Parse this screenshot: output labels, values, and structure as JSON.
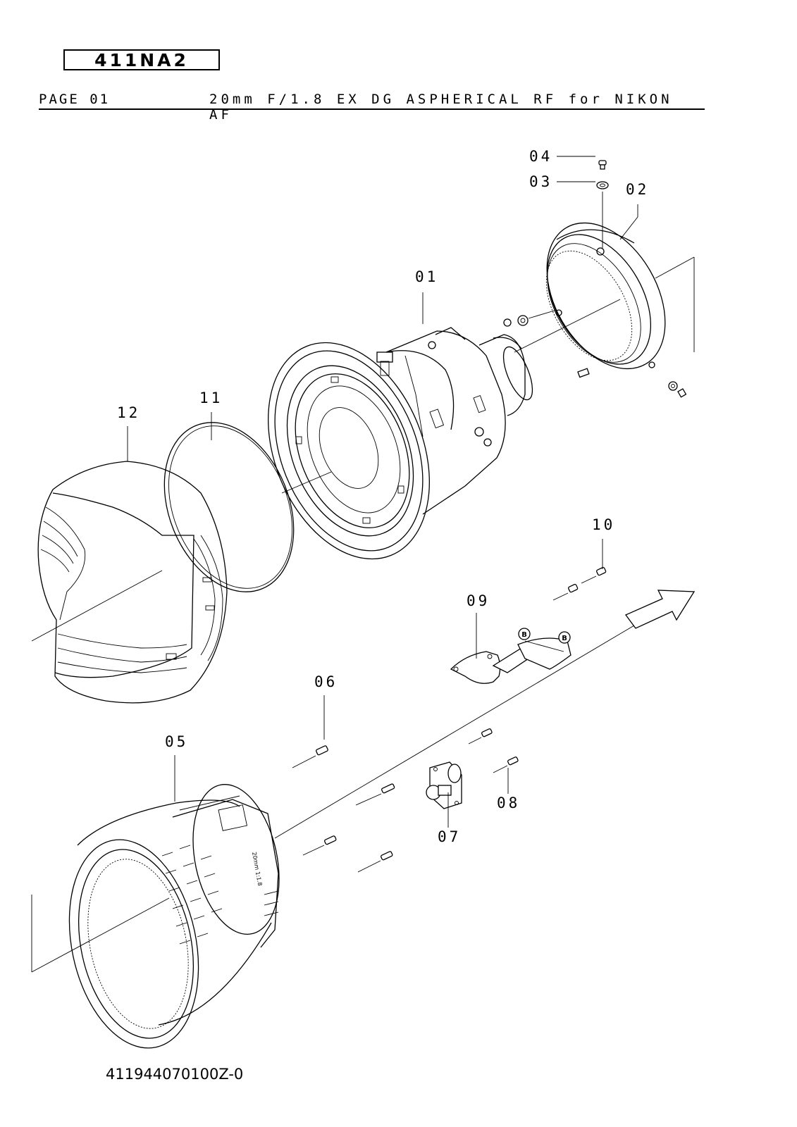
{
  "header": {
    "model_code": "411NA2",
    "page_label": "PAGE 01",
    "title": "20mm F/1.8 EX DG ASPHERICAL RF for NIKON AF"
  },
  "parts": [
    {
      "id": "01"
    },
    {
      "id": "02"
    },
    {
      "id": "03"
    },
    {
      "id": "04"
    },
    {
      "id": "05"
    },
    {
      "id": "06"
    },
    {
      "id": "07"
    },
    {
      "id": "08"
    },
    {
      "id": "09"
    },
    {
      "id": "10"
    },
    {
      "id": "11"
    },
    {
      "id": "12"
    }
  ],
  "markers": [
    "B",
    "B"
  ],
  "footer": {
    "doc_number": "411944070100Z-0"
  }
}
